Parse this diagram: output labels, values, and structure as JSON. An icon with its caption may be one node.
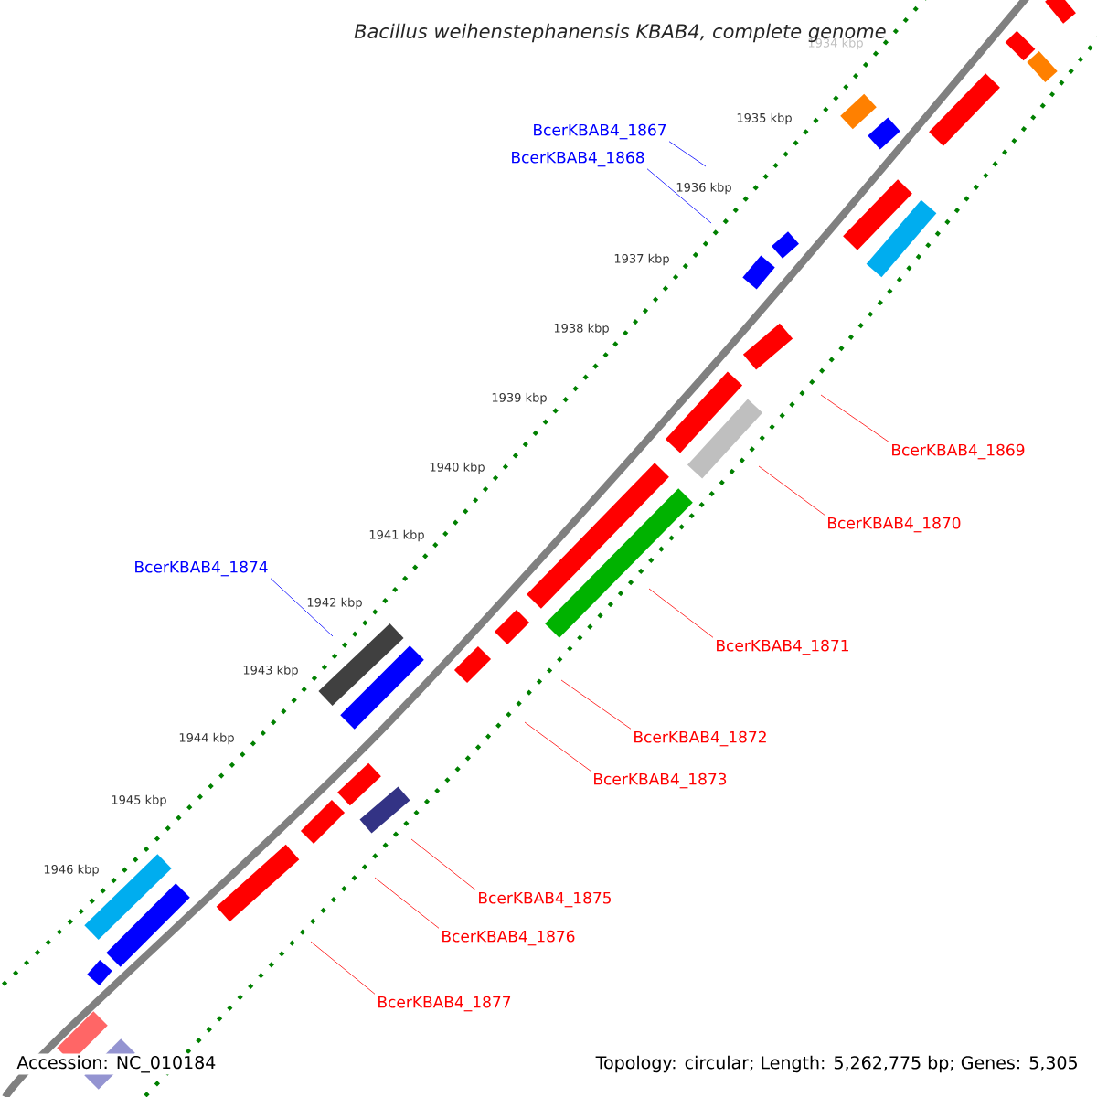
{
  "diagram": {
    "title": "Bacillus weihenstephanensis KBAB4, complete genome",
    "nodes": [
      {
        "text": [
          "BcerKBAB4_1867"
        ]
      },
      {
        "text": [
          "BcerKBAB4_1868"
        ]
      },
      {
        "text": [
          "BcerKBAB4_1869"
        ]
      },
      {
        "text": [
          "BcerKBAB4_1870"
        ]
      },
      {
        "text": [
          "BcerKBAB4_1874"
        ]
      },
      {
        "text": [
          "BcerKBAB4_1871"
        ]
      },
      {
        "text": [
          "BcerKBAB4_1872"
        ]
      },
      {
        "text": [
          "BcerKBAB4_1873"
        ]
      },
      {
        "text": [
          "BcerKBAB4_1875"
        ]
      },
      {
        "text": [
          "BcerKBAB4_1876"
        ]
      },
      {
        "text": [
          "BcerKBAB4_1877"
        ]
      }
    ],
    "edges": [
      {
        "from": 0,
        "to": null,
        "arrow": "none",
        "color": "#0000ff"
      },
      {
        "from": 1,
        "to": null,
        "arrow": "none",
        "color": "#0000ff"
      },
      {
        "from": 2,
        "to": null,
        "arrow": "none"
      },
      {
        "from": 3,
        "to": null,
        "arrow": "none"
      },
      {
        "from": 4,
        "to": null,
        "arrow": "none",
        "color": "#0000ff"
      },
      {
        "from": 5,
        "to": null,
        "arrow": "none"
      },
      {
        "from": 6,
        "to": null,
        "arrow": "none"
      },
      {
        "from": 7,
        "to": null,
        "arrow": "none"
      },
      {
        "from": 8,
        "to": null,
        "arrow": "none"
      },
      {
        "from": 9,
        "to": null,
        "arrow": "none"
      },
      {
        "from": 10,
        "to": null,
        "arrow": "none"
      }
    ],
    "labels": [
      "1934 kbp",
      "1935 kbp",
      "1936 kbp",
      "1937 kbp",
      "1938 kbp",
      "1939 kbp",
      "1940 kbp",
      "1941 kbp",
      "1942 kbp",
      "1943 kbp",
      "1944 kbp",
      "1945 kbp",
      "1946 kbp",
      "Accession: NC_010184",
      "Topology: circular; Length: 5,262,775 bp; Genes: 5,305"
    ]
  }
}
